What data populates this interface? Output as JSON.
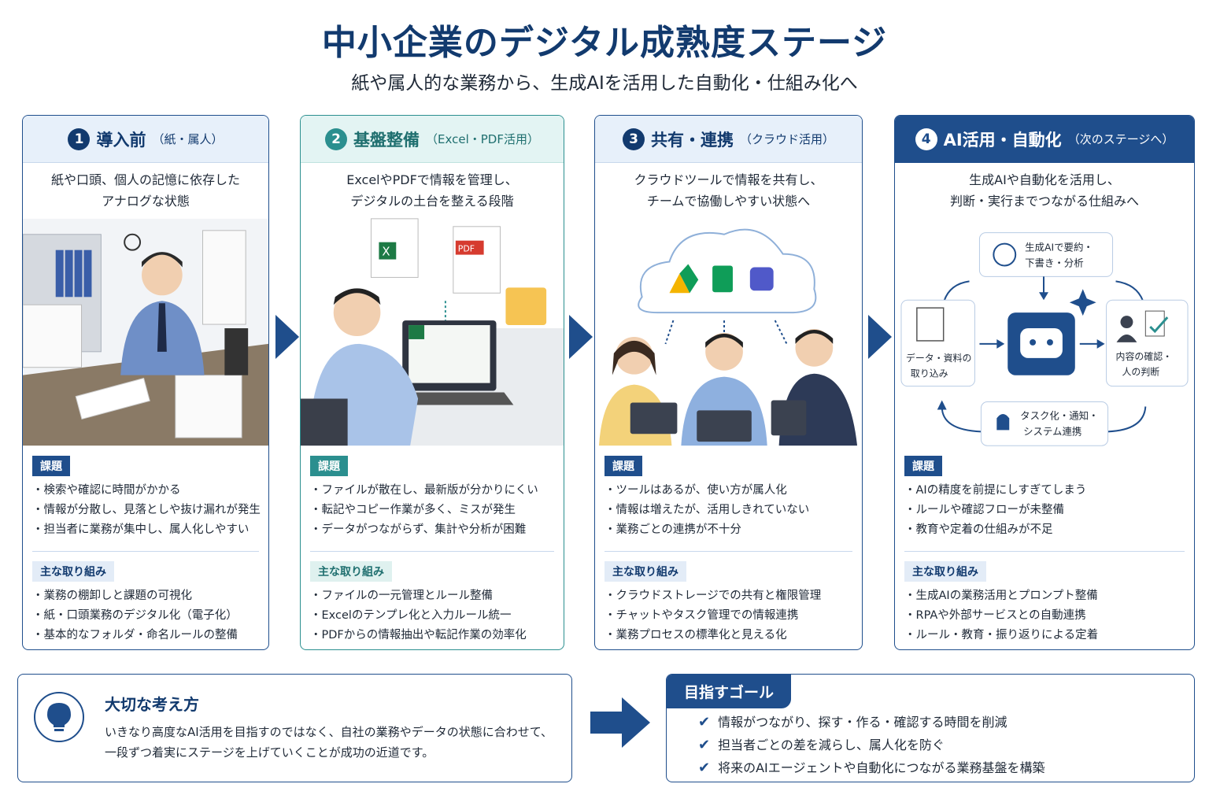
{
  "title": "中小企業のデジタル成熟度ステージ",
  "subtitle": "紙や属人的な業務から、生成AIを活用した自動化・仕組み化へ",
  "stages": [
    {
      "num": "1",
      "name": "導入前",
      "sub": "（紙・属人）",
      "desc1": "紙や口頭、個人の記憶に依存した",
      "desc2": "アナログな状態",
      "issues_tag": "課題",
      "issues": [
        "検索や確認に時間がかかる",
        "情報が分散し、見落としや抜け漏れが発生",
        "担当者に業務が集中し、属人化しやすい"
      ],
      "actions_tag": "主な取り組み",
      "actions": [
        "業務の棚卸しと課題の可視化",
        "紙・口頭業務のデジタル化（電子化）",
        "基本的なフォルダ・命名ルールの整備"
      ]
    },
    {
      "num": "2",
      "name": "基盤整備",
      "sub": "（Excel・PDF活用）",
      "desc1": "ExcelやPDFで情報を管理し、",
      "desc2": "デジタルの土台を整える段階",
      "issues_tag": "課題",
      "issues": [
        "ファイルが散在し、最新版が分かりにくい",
        "転記やコピー作業が多く、ミスが発生",
        "データがつながらず、集計や分析が困難"
      ],
      "actions_tag": "主な取り組み",
      "actions": [
        "ファイルの一元管理とルール整備",
        "Excelのテンプレ化と入力ルール統一",
        "PDFからの情報抽出や転記作業の効率化"
      ]
    },
    {
      "num": "3",
      "name": "共有・連携",
      "sub": "（クラウド活用）",
      "desc1": "クラウドツールで情報を共有し、",
      "desc2": "チームで協働しやすい状態へ",
      "issues_tag": "課題",
      "issues": [
        "ツールはあるが、使い方が属人化",
        "情報は増えたが、活用しきれていない",
        "業務ごとの連携が不十分"
      ],
      "actions_tag": "主な取り組み",
      "actions": [
        "クラウドストレージでの共有と権限管理",
        "チャットやタスク管理での情報連携",
        "業務プロセスの標準化と見える化"
      ]
    },
    {
      "num": "4",
      "name": "AI活用・自動化",
      "sub": "（次のステージへ）",
      "desc1": "生成AIや自動化を活用し、",
      "desc2": "判断・実行までつながる仕組みへ",
      "issues_tag": "課題",
      "issues": [
        "AIの精度を前提にしすぎてしまう",
        "ルールや確認フローが未整備",
        "教育や定着の仕組みが不足"
      ],
      "actions_tag": "主な取り組み",
      "actions": [
        "生成AIの業務活用とプロンプト整備",
        "RPAや外部サービスとの自動連携",
        "ルール・教育・振り返りによる定着"
      ]
    }
  ],
  "ai_flow": {
    "top_line1": "生成AIで要約・",
    "top_line2": "下書き・分析",
    "left_line1": "データ・資料の",
    "left_line2": "取り込み",
    "right_line1": "内容の確認・",
    "right_line2": "人の判断",
    "bottom_line1": "タスク化・通知・",
    "bottom_line2": "システム連携"
  },
  "file_labels": {
    "excel": "X",
    "pdf": "PDF"
  },
  "principle": {
    "title": "大切な考え方",
    "line1": "いきなり高度なAI活用を目指すのではなく、自社の業務やデータの状態に合わせて、",
    "line2": "一段ずつ着実にステージを上げていくことが成功の近道です。"
  },
  "goal": {
    "tag": "目指すゴール",
    "items": [
      "情報がつながり、探す・作る・確認する時間を削減",
      "担当者ごとの差を減らし、属人化を防ぐ",
      "将来のAIエージェントや自動化につながる業務基盤を構築"
    ]
  },
  "colors": {
    "navy": "#123a6e",
    "blue": "#1f4e8c",
    "teal": "#2b8f8f"
  }
}
